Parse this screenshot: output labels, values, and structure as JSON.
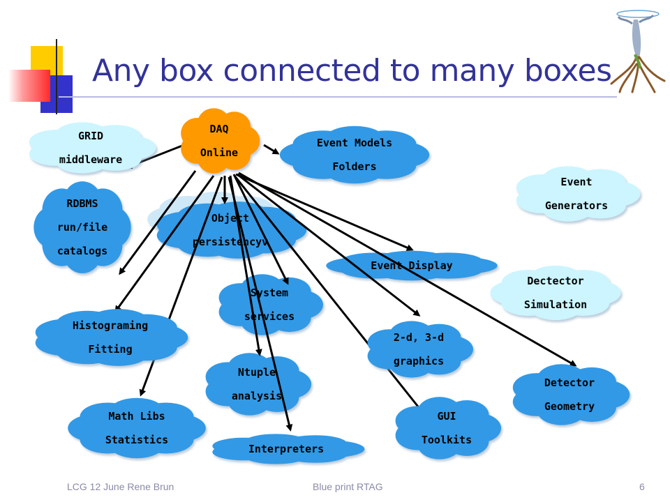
{
  "slide": {
    "title": "Any box connected to many boxes",
    "footer_left": "LCG 12 June  Rene Brun",
    "footer_center": "Blue print RTAG",
    "page_number": "6"
  },
  "colors": {
    "title": "#33339a",
    "cloud_blue": "#3399e6",
    "cloud_light": "#ccf5ff",
    "cloud_orange": "#ff9900",
    "arrow": "#000000",
    "deco_yellow": "#ffcc00",
    "deco_red": "#ff3333",
    "deco_blue": "#3333cc"
  },
  "icons": [
    "tree-figure-icon"
  ],
  "diagram": {
    "hub": {
      "id": "daq",
      "lines": [
        "DAQ",
        "Online"
      ]
    },
    "nodes": [
      {
        "id": "grid",
        "lines": [
          "GRID",
          "middleware"
        ],
        "style": "light"
      },
      {
        "id": "event-models",
        "lines": [
          "Event Models",
          "Folders"
        ],
        "style": "blue"
      },
      {
        "id": "event-generators",
        "lines": [
          "Event",
          "Generators"
        ],
        "style": "light"
      },
      {
        "id": "rdbms",
        "lines": [
          "RDBMS",
          "run/file",
          "catalogs"
        ],
        "style": "blue"
      },
      {
        "id": "object-persistency",
        "lines": [
          "Object",
          "persistencyv"
        ],
        "style": "blue"
      },
      {
        "id": "event-display",
        "lines": [
          "Event Display"
        ],
        "style": "blue"
      },
      {
        "id": "detector-simulation",
        "lines": [
          "Dectector",
          "Simulation"
        ],
        "style": "light"
      },
      {
        "id": "system-services",
        "lines": [
          "System",
          "services"
        ],
        "style": "blue"
      },
      {
        "id": "histograming",
        "lines": [
          "Histograming",
          "Fitting"
        ],
        "style": "blue"
      },
      {
        "id": "graphics",
        "lines": [
          "2-d, 3-d",
          "graphics"
        ],
        "style": "blue"
      },
      {
        "id": "ntuple",
        "lines": [
          "Ntuple",
          "analysis"
        ],
        "style": "blue"
      },
      {
        "id": "detector-geometry",
        "lines": [
          "Detector",
          "Geometry"
        ],
        "style": "blue"
      },
      {
        "id": "math-libs",
        "lines": [
          "Math Libs",
          "Statistics"
        ],
        "style": "blue"
      },
      {
        "id": "gui",
        "lines": [
          "GUI",
          "Toolkits"
        ],
        "style": "blue"
      },
      {
        "id": "interpreters",
        "lines": [
          "Interpreters"
        ],
        "style": "blue"
      }
    ],
    "edges": [
      {
        "from": "daq",
        "to": "grid"
      },
      {
        "from": "daq",
        "to": "event-models"
      },
      {
        "from": "daq",
        "to": "rdbms"
      },
      {
        "from": "daq",
        "to": "object-persistency"
      },
      {
        "from": "daq",
        "to": "event-display"
      },
      {
        "from": "daq",
        "to": "system-services"
      },
      {
        "from": "daq",
        "to": "histograming"
      },
      {
        "from": "daq",
        "to": "graphics"
      },
      {
        "from": "daq",
        "to": "ntuple"
      },
      {
        "from": "daq",
        "to": "detector-geometry"
      },
      {
        "from": "daq",
        "to": "math-libs"
      },
      {
        "from": "daq",
        "to": "gui"
      },
      {
        "from": "daq",
        "to": "interpreters"
      }
    ]
  }
}
